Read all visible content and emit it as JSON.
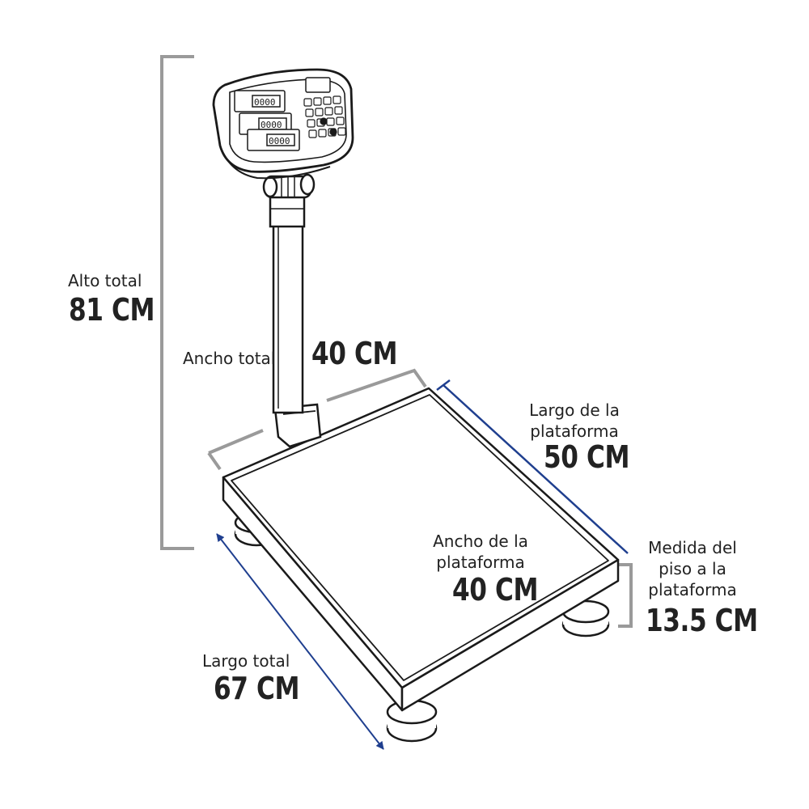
{
  "dimensions": {
    "alto_total": {
      "label": "Alto total",
      "value": "81 CM"
    },
    "ancho_total": {
      "label": "Ancho total",
      "value": "40 CM"
    },
    "largo_plataforma": {
      "label_line1": "Largo de la",
      "label_line2": "plataforma",
      "value": "50 CM"
    },
    "ancho_plataforma": {
      "label_line1": "Ancho de la",
      "label_line2": "plataforma",
      "value": "40 CM"
    },
    "medida_piso": {
      "label_line1": "Medida del",
      "label_line2": "piso a la",
      "label_line3": "plataforma",
      "value": "13.5 CM"
    },
    "largo_total": {
      "label": "Largo total",
      "value": "67 CM"
    }
  },
  "colors": {
    "dimension_gray": "#9a9a9a",
    "dimension_blue": "#1f3f8f",
    "outline": "#1a1a1a",
    "text": "#222222"
  }
}
